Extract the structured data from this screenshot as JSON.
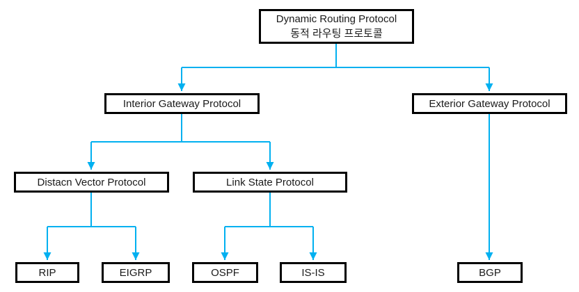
{
  "diagram": {
    "accent_color": "#00B0F0",
    "box_border_color": "#000000",
    "background_color": "#FFFFFF",
    "nodes": {
      "root": {
        "label_en": "Dynamic Routing Protocol",
        "label_ko": "동적 라우팅 프로토콜"
      },
      "igp": {
        "label": "Interior Gateway Protocol"
      },
      "egp": {
        "label": "Exterior Gateway Protocol"
      },
      "distance_vector": {
        "label": "Distacn Vector Protocol"
      },
      "link_state": {
        "label": "Link State Protocol"
      },
      "rip": {
        "label": "RIP"
      },
      "eigrp": {
        "label": "EIGRP"
      },
      "ospf": {
        "label": "OSPF"
      },
      "isis": {
        "label": "IS-IS"
      },
      "bgp": {
        "label": "BGP"
      }
    },
    "edges": [
      {
        "from": "root",
        "to": "igp"
      },
      {
        "from": "root",
        "to": "egp"
      },
      {
        "from": "igp",
        "to": "distance_vector"
      },
      {
        "from": "igp",
        "to": "link_state"
      },
      {
        "from": "distance_vector",
        "to": "rip"
      },
      {
        "from": "distance_vector",
        "to": "eigrp"
      },
      {
        "from": "link_state",
        "to": "ospf"
      },
      {
        "from": "link_state",
        "to": "isis"
      },
      {
        "from": "egp",
        "to": "bgp"
      }
    ]
  }
}
